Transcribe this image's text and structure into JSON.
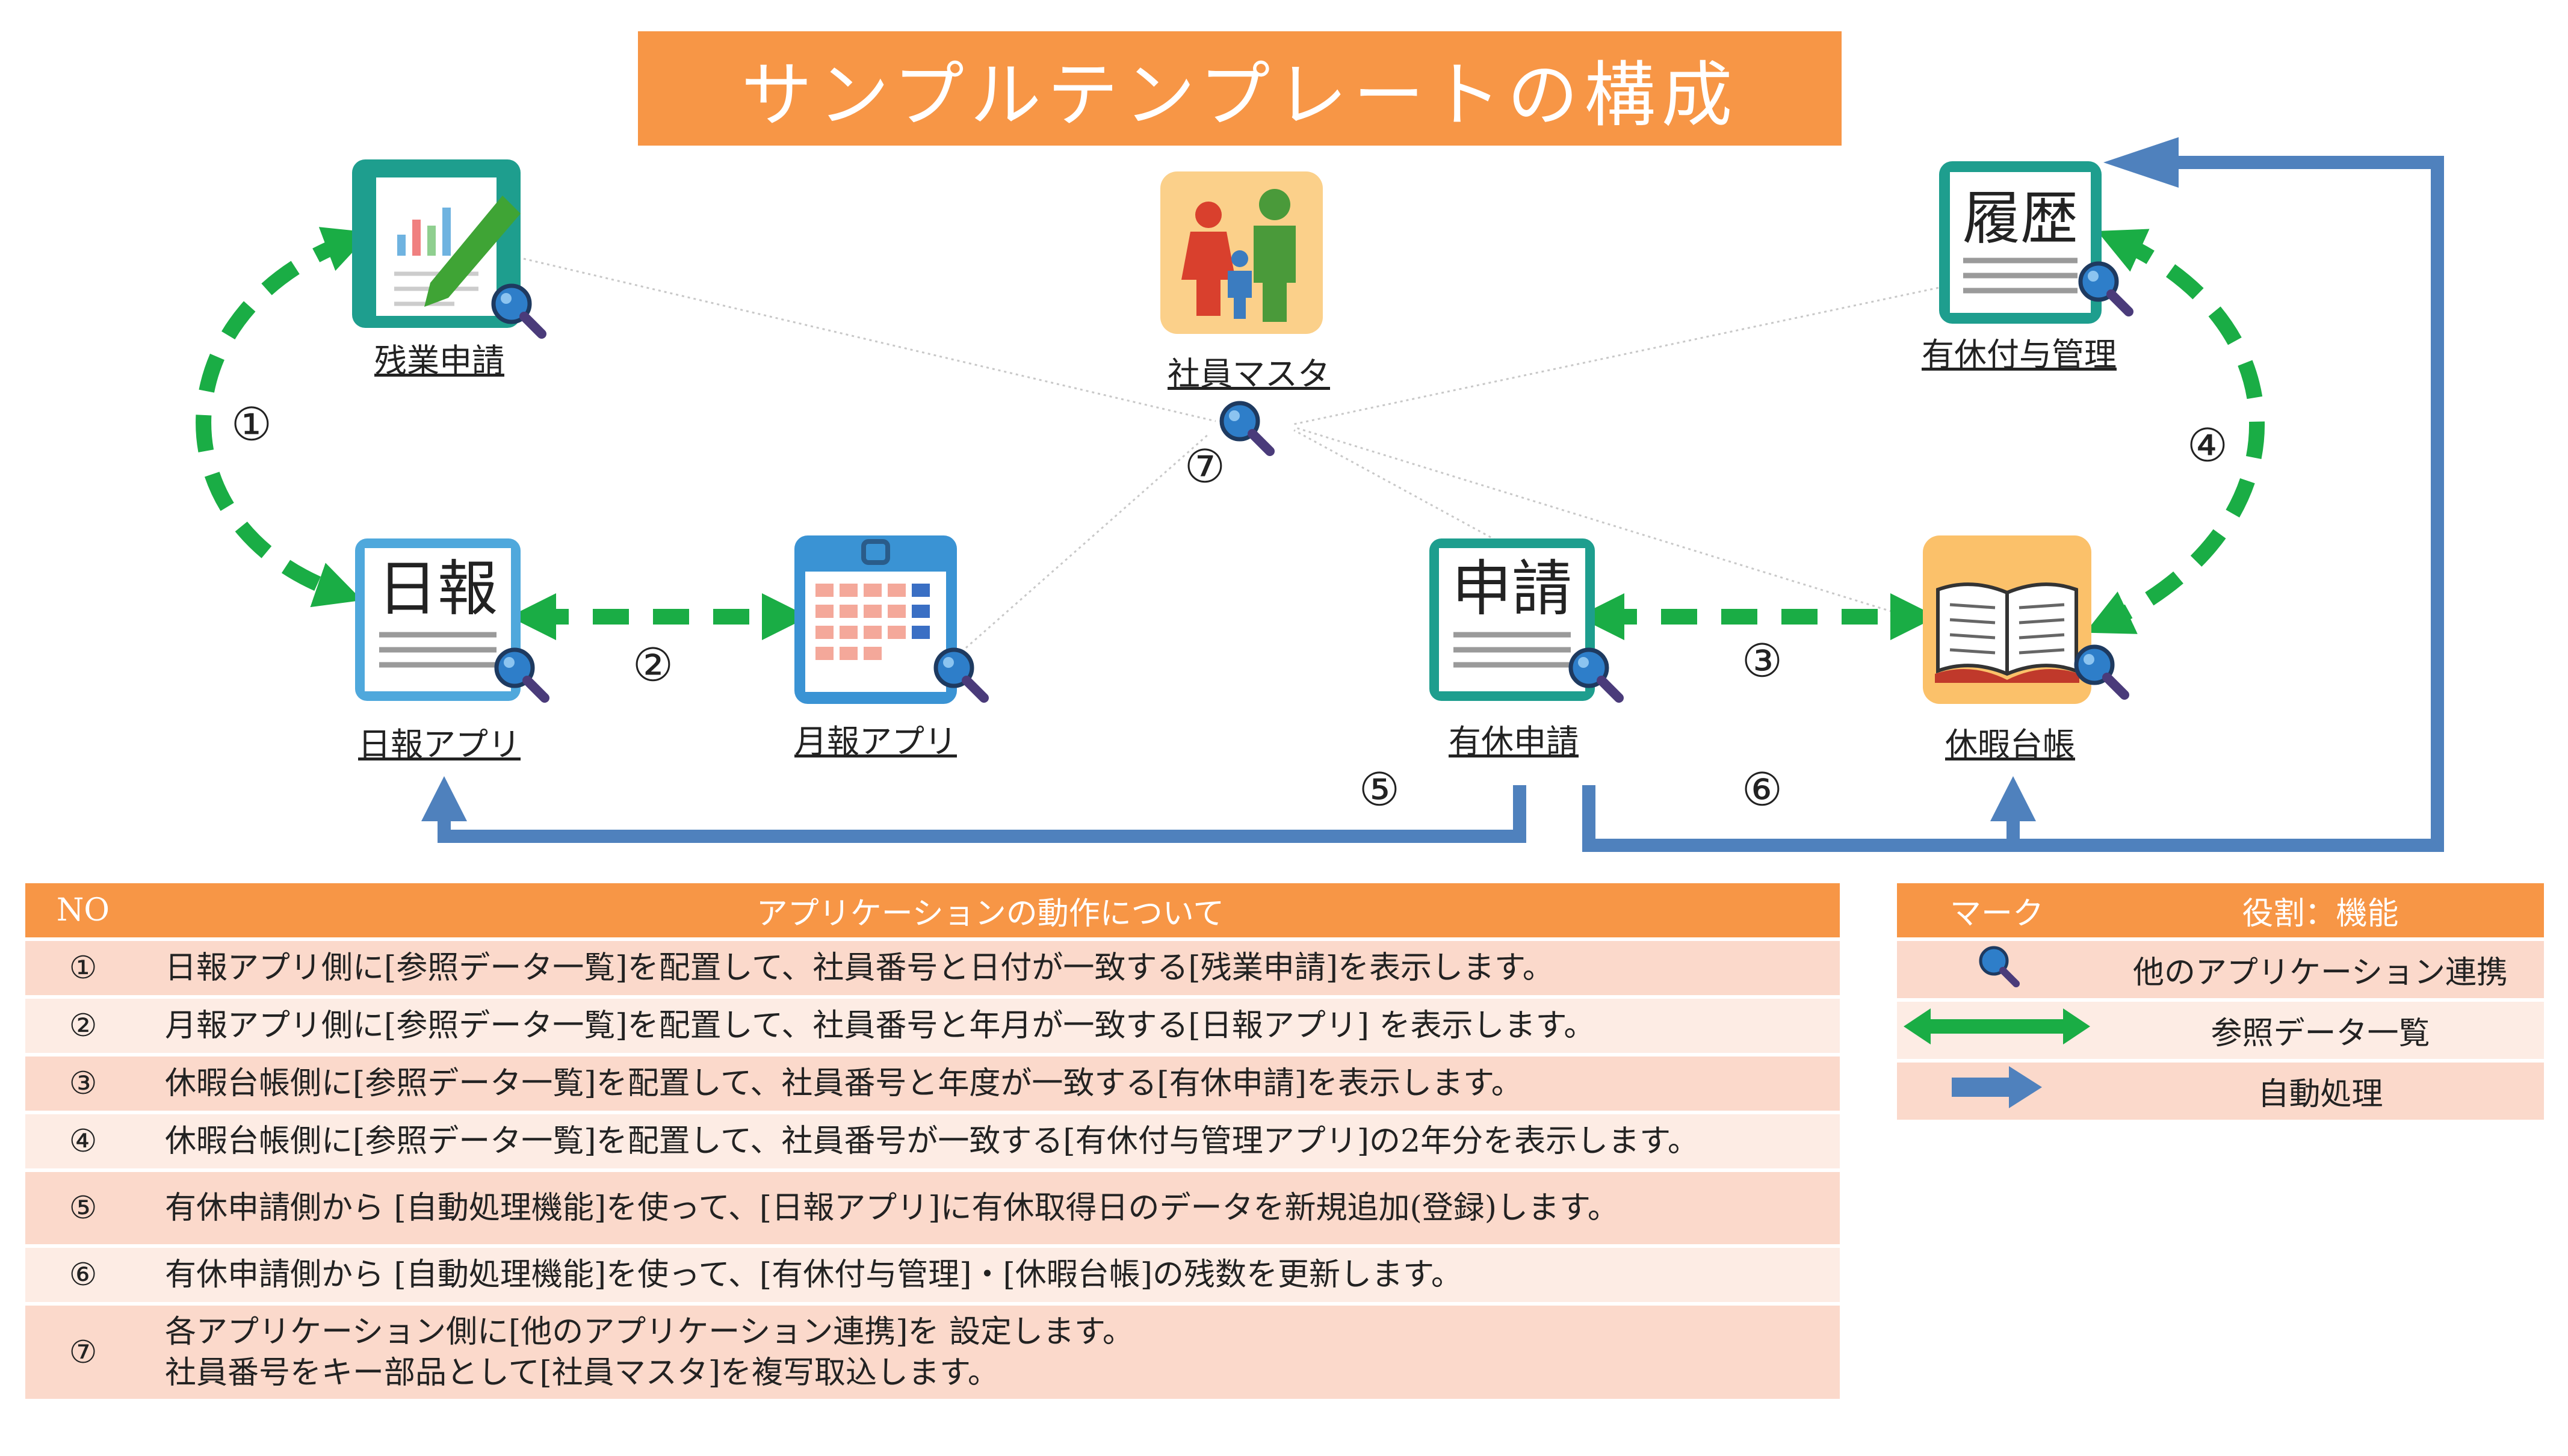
{
  "title": "サンプルテンプレートの構成",
  "apps": {
    "zangyo": "残業申請",
    "shain": "社員マスタ",
    "rireki": "有休付与管理",
    "nippo": "日報アプリ",
    "geppo": "月報アプリ",
    "yukyu": "有休申請",
    "kyuka": "休暇台帳"
  },
  "icon_text": {
    "rireki": "履歴",
    "nippo": "日報",
    "yukyu": "申請"
  },
  "numbers": [
    "①",
    "②",
    "③",
    "④",
    "⑤",
    "⑥",
    "⑦"
  ],
  "colors": {
    "orange": "#f79646",
    "green_arrow": "#1aad45",
    "blue_arrow": "#4f81bd",
    "row_dark": "#fbd9cb",
    "row_light": "#fdece4"
  },
  "ops_table": {
    "headers": [
      "NO",
      "アプリケーションの動作について"
    ],
    "rows": [
      {
        "no": "①",
        "desc": "日報アプリ側に[参照データ一覧]を配置して、社員番号と日付が一致する[残業申請]を表示します。"
      },
      {
        "no": "②",
        "desc": "月報アプリ側に[参照データ一覧]を配置して、社員番号と年月が一致する[日報アプリ] を表示します。"
      },
      {
        "no": "③",
        "desc": "休暇台帳側に[参照データ一覧]を配置して、社員番号と年度が一致する[有休申請]を表示します。"
      },
      {
        "no": "④",
        "desc": "休暇台帳側に[参照データ一覧]を配置して、社員番号が一致する[有休付与管理アプリ]の2年分を表示します。"
      },
      {
        "no": "⑤",
        "desc": "有休申請側から [自動処理機能]を使って、[日報アプリ]に有休取得日のデータを新規追加(登録)します。"
      },
      {
        "no": "⑥",
        "desc": "有休申請側から [自動処理機能]を使って、[有休付与管理]・[休暇台帳]の残数を更新します。"
      },
      {
        "no": "⑦",
        "desc": "各アプリケーション側に[他のアプリケーション連携]を 設定します。\n社員番号をキー部品として[社員マスタ]を複写取込します。"
      }
    ]
  },
  "legend": {
    "headers": [
      "マーク",
      "役割：機能"
    ],
    "rows": [
      {
        "mark": "magnifier-icon",
        "role": "他のアプリケーション連携"
      },
      {
        "mark": "green-double-arrow",
        "role": "参照データ一覧"
      },
      {
        "mark": "blue-arrow",
        "role": "自動処理"
      }
    ]
  }
}
